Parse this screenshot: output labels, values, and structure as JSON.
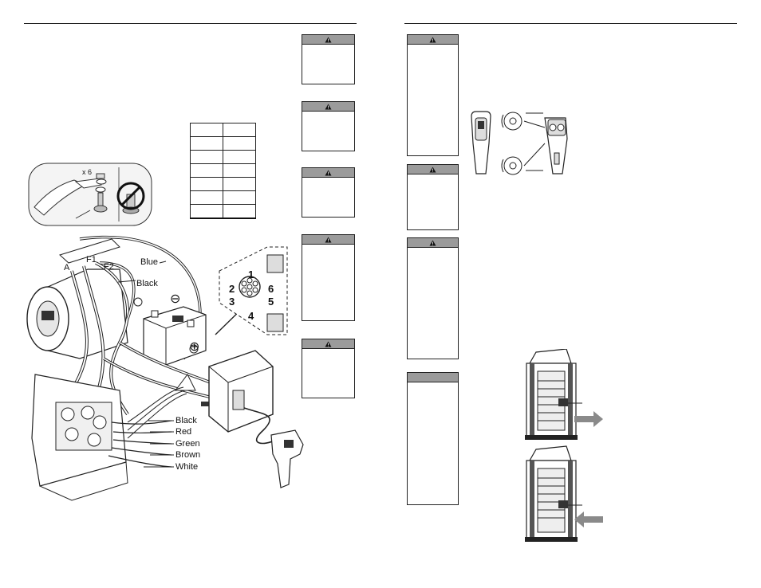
{
  "left_page": {
    "figure_hardware": {
      "quantity_label": "x 6"
    },
    "wiring": {
      "wire_labels": [
        "Blue",
        "Black"
      ],
      "terminal_labels": [
        "A",
        "F1",
        "F2"
      ],
      "battery_symbols": [
        "⊖",
        "⊕"
      ],
      "control_box_wires": [
        "Black",
        "Red",
        "Green",
        "Brown",
        "White"
      ]
    },
    "connector_pins": [
      "1",
      "2",
      "3",
      "4",
      "5",
      "6"
    ],
    "spec_table_rows": 7,
    "warning_boxes": 5
  },
  "right_page": {
    "warning_boxes": 4
  },
  "colors": {
    "ink": "#222222",
    "warning_header": "#9b9b9b",
    "arrow_gray": "#8a8a8a"
  },
  "icons": [
    "warning-triangle-icon",
    "battery-icon",
    "remote-control-icon",
    "winch-drum-icon",
    "arrow-right-icon",
    "arrow-left-icon"
  ]
}
